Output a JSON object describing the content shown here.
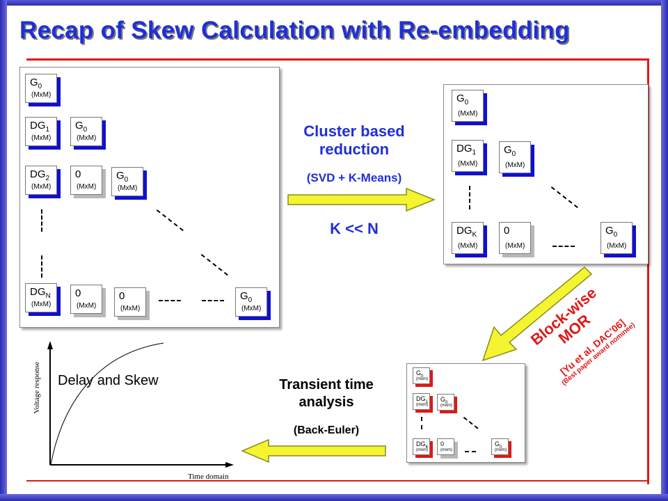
{
  "title": "Recap of Skew Calculation with Re-embedding",
  "size_label": "(MxM)",
  "size_label_small": "(mxm)",
  "matrix_labels": {
    "g0": "G",
    "dg": "DG",
    "zero": "0",
    "sub0": "0",
    "sub1": "1",
    "sub2": "2",
    "subN": "N",
    "subK": "K"
  },
  "step1": {
    "line1": "Cluster based",
    "line2": "reduction",
    "method": "(SVD + K-Means)",
    "condition": "K << N"
  },
  "step2": {
    "line1": "Block-wise",
    "line2": "MOR",
    "citation": "[Yu et al, DAC’06]",
    "note": "(Best paper award nominee)"
  },
  "step3": {
    "line1": "Transient time",
    "line2": "analysis",
    "method": "(Back-Euler)"
  },
  "plot": {
    "label": "Delay and Skew",
    "ylabel": "Voltage response",
    "xlabel": "Time domain"
  },
  "colors": {
    "title_blue": "#1f2fd8",
    "accent_red": "#e01818",
    "block_shadow_blue": "#1010d0",
    "arrow_yellow": "#f4f430",
    "arrow_edge": "#8a8a20"
  },
  "icons": [
    "arrow-right-icon",
    "arrow-diagonal-icon",
    "arrow-left-icon"
  ]
}
